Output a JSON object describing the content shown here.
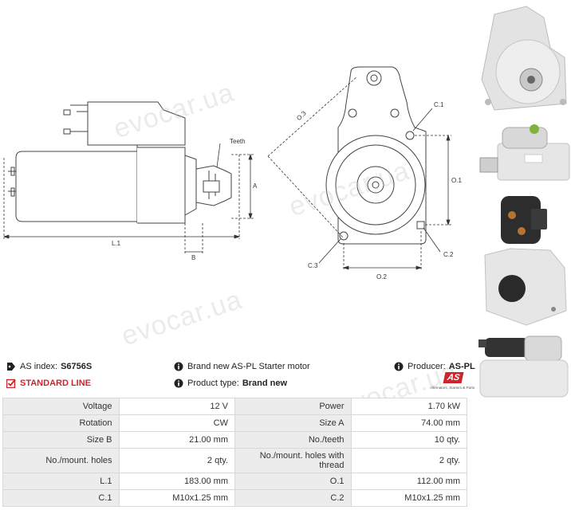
{
  "drawing": {
    "labels": {
      "teeth": "Teeth",
      "a": "A",
      "b": "B",
      "l1": "L.1",
      "o3": "O.3",
      "c1": "C.1",
      "o1": "O.1",
      "c3": "C.3",
      "c2": "C.2",
      "o2": "O.2"
    }
  },
  "info": {
    "as_index_label": "AS index:",
    "as_index_value": "S6756S",
    "line": "STANDARD LINE",
    "description": "Brand new AS-PL Starter motor",
    "product_type_label": "Product type:",
    "product_type_value": "Brand new",
    "producer_label": "Producer:",
    "producer_value": "AS-PL",
    "logo_text": "AS",
    "logo_tagline": "Alternators, Starters & Parts"
  },
  "watermark": "evocar.ua",
  "specs": [
    {
      "l1": "Voltage",
      "v1": "12 V",
      "l2": "Power",
      "v2": "1.70 kW"
    },
    {
      "l1": "Rotation",
      "v1": "CW",
      "l2": "Size A",
      "v2": "74.00 mm"
    },
    {
      "l1": "Size B",
      "v1": "21.00 mm",
      "l2": "No./teeth",
      "v2": "10 qty."
    },
    {
      "l1": "No./mount. holes",
      "v1": "2 qty.",
      "l2": "No./mount. holes with thread",
      "v2": "2 qty."
    },
    {
      "l1": "L.1",
      "v1": "183.00 mm",
      "l2": "O.1",
      "v2": "112.00 mm"
    },
    {
      "l1": "C.1",
      "v1": "M10x1.25 mm",
      "l2": "C.2",
      "v2": "M10x1.25 mm"
    }
  ],
  "colors": {
    "accent": "#d0242b",
    "label_bg": "#ececec",
    "line": "#333333"
  }
}
